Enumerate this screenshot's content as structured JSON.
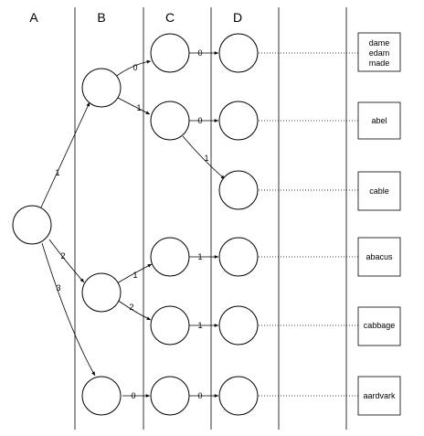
{
  "columns": [
    "A",
    "B",
    "C",
    "D"
  ],
  "edge_labels": {
    "a_b1": "1",
    "a_b2": "2",
    "a_b3": "3",
    "b1_c1": "0",
    "b1_c2": "1",
    "b2_c3": "1",
    "b2_c4": "2",
    "b3_c5": "0",
    "c1_d1": "0",
    "c2_d2": "0",
    "c2_d3": "1",
    "c3_d4": "1",
    "c4_d5": "1",
    "c5_d6": "0"
  },
  "word_boxes": [
    [
      "dame",
      "edam",
      "made"
    ],
    [
      "abel"
    ],
    [
      "cable"
    ],
    [
      "abacus"
    ],
    [
      "cabbage"
    ],
    [
      "aardvark"
    ]
  ]
}
